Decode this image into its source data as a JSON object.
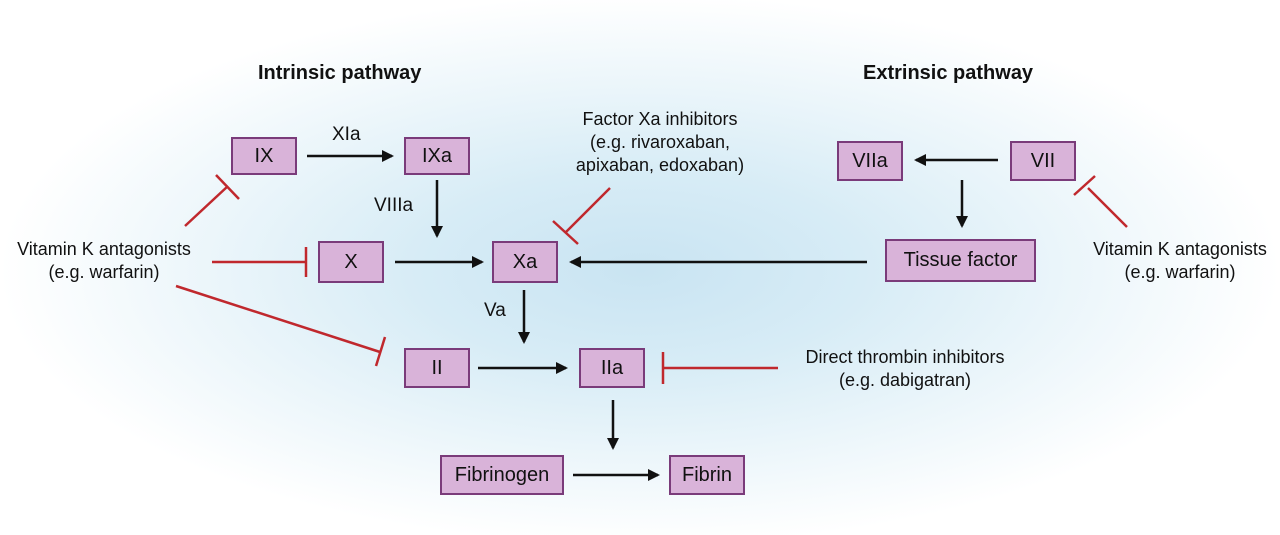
{
  "headings": {
    "intrinsic": "Intrinsic pathway",
    "extrinsic": "Extrinsic pathway"
  },
  "factors": {
    "ix": "IX",
    "ixa": "IXa",
    "x": "X",
    "xa": "Xa",
    "ii": "II",
    "iia": "IIa",
    "fibrinogen": "Fibrinogen",
    "fibrin": "Fibrin",
    "viia": "VIIa",
    "vii": "VII",
    "tissue_factor": "Tissue factor"
  },
  "cofactors": {
    "xia": "XIa",
    "viiia": "VIIIa",
    "va": "Va"
  },
  "inhibitors": {
    "vka_left": [
      "Vitamin K antagonists",
      "(e.g. warfarin)"
    ],
    "vka_right": [
      "Vitamin K antagonists",
      "(e.g. warfarin)"
    ],
    "xa_inhibitors": [
      "Factor Xa inhibitors",
      "(e.g. rivaroxaban,",
      "apixaban, edoxaban)"
    ],
    "thrombin_inhibitors": [
      "Direct thrombin inhibitors",
      "(e.g. dabigatran)"
    ]
  },
  "colors": {
    "box_fill": "#d9b3d9",
    "box_border": "#7a3b7a",
    "activation_arrow": "#111111",
    "inhibition_line": "#c0282d"
  }
}
